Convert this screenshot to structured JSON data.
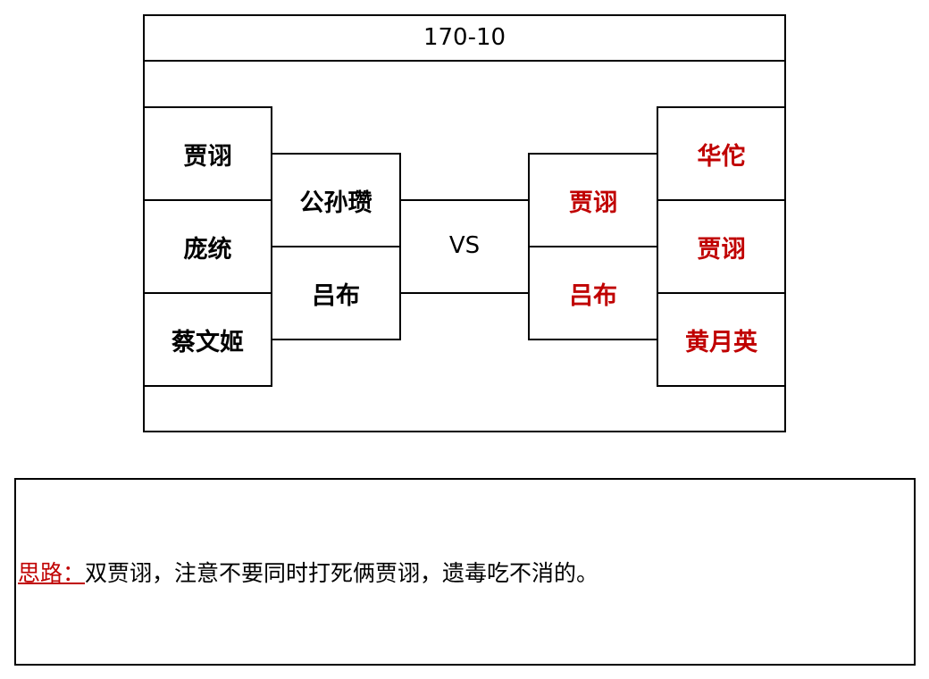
{
  "diagram": {
    "title": "170-10",
    "vs_label": "VS",
    "left_back": [
      "贾诩",
      "庞统",
      "蔡文姬"
    ],
    "left_front": [
      "公孙瓒",
      "吕布"
    ],
    "right_front": [
      "贾诩",
      "吕布"
    ],
    "right_back": [
      "华佗",
      "贾诩",
      "黄月英"
    ],
    "colors": {
      "left_team": "#000000",
      "right_team": "#c00000",
      "border": "#000000"
    }
  },
  "note": {
    "label": "思路：",
    "text": "双贾诩，注意不要同时打死俩贾诩，遗毒吃不消的。",
    "label_color": "#c00000"
  }
}
